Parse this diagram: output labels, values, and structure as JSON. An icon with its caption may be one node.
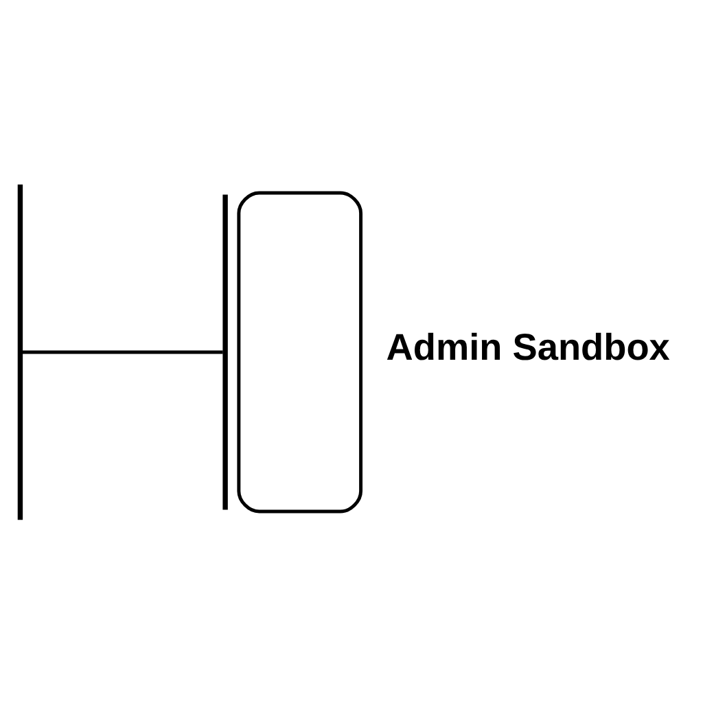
{
  "diagram": {
    "nodes": [
      {
        "text": [],
        "shape": "bar"
      },
      {
        "text": [],
        "shape": "bar"
      },
      {
        "text": [],
        "shape": "box",
        "beside": [
          "Admin Sandbox"
        ]
      }
    ],
    "edges": [
      {
        "from": 0,
        "to": 1,
        "arrow": "none"
      }
    ]
  }
}
